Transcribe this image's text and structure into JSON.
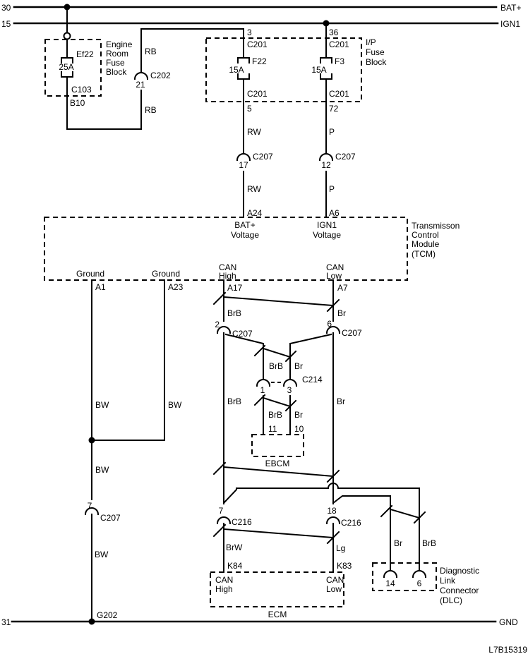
{
  "colors": {
    "line": "#000000",
    "background": "#ffffff"
  },
  "footer": {
    "code": "L7B15319"
  },
  "buses": {
    "bat": {
      "num": "30",
      "name": "BAT+"
    },
    "ign": {
      "num": "15",
      "name": "IGN1"
    },
    "gnd": {
      "num": "31",
      "name": "GND"
    }
  },
  "engine_block": {
    "title": [
      "Engine",
      "Room",
      "Fuse",
      "Block"
    ],
    "fuse_name": "Ef22",
    "fuse_rating": "25A",
    "conn": "C103",
    "pin": "B10"
  },
  "c202": {
    "pin": "21",
    "name": "C202",
    "wire_above": "RB",
    "wire_below": "RB"
  },
  "ip_block": {
    "title": [
      "I/P",
      "Fuse",
      "Block"
    ],
    "left": {
      "pin_top": "3",
      "conn_top": "C201",
      "fuse_name": "F22",
      "fuse_rating": "15A",
      "conn_bot": "C201",
      "pin_bot": "5",
      "wire": "RW"
    },
    "right": {
      "pin_top": "36",
      "conn_top": "C201",
      "fuse_name": "F3",
      "fuse_rating": "15A",
      "conn_bot": "C201",
      "pin_bot": "72",
      "wire": "P"
    }
  },
  "c207_bat": {
    "pin": "17",
    "name": "C207",
    "wire": "RW",
    "tcm_pin": "A24"
  },
  "c207_ign": {
    "pin": "12",
    "name": "C207",
    "wire": "P",
    "tcm_pin": "A6"
  },
  "tcm": {
    "title": [
      "Transmisson",
      "Control",
      "Module",
      "(TCM)"
    ],
    "bat_label": [
      "BAT+",
      "Voltage"
    ],
    "ign_label": [
      "IGN1",
      "Voltage"
    ],
    "gnd1": {
      "label": "Ground",
      "pin": "A1"
    },
    "gnd2": {
      "label": "Ground",
      "pin": "A23"
    },
    "canh": {
      "label": [
        "CAN",
        "High"
      ],
      "pin": "A17"
    },
    "canl": {
      "label": [
        "CAN",
        "Low"
      ],
      "pin": "A7"
    }
  },
  "gnd_path": {
    "bw1": "BW",
    "bw2": "BW",
    "bw3": "BW",
    "bw4": "BW",
    "c207": {
      "pin": "7",
      "name": "C207"
    },
    "ground_ref": "G202"
  },
  "can": {
    "high1": "BrB",
    "low1": "Br",
    "c207_high": {
      "pin": "2",
      "name": "C207"
    },
    "c207_low": {
      "pin": "6",
      "name": "C207"
    },
    "branch_high": "BrB",
    "branch_low": "Br",
    "c214": {
      "name": "C214",
      "pin_left": "1",
      "pin_right": "3"
    },
    "ebcm_high": "BrB",
    "ebcm_low": "Br",
    "ebcm": {
      "name": "EBCM",
      "pin_high": "11",
      "pin_low": "10"
    },
    "high2": "BrB",
    "low2": "Br",
    "c216_high": {
      "pin": "7",
      "name": "C216"
    },
    "c216_low": {
      "pin": "18",
      "name": "C216"
    },
    "ecm_high": "BrW",
    "ecm_low": "Lg",
    "dlc_low": "Br",
    "dlc_high": "BrB"
  },
  "ecm": {
    "name": "ECM",
    "pin_high": "K84",
    "pin_low": "K83",
    "high_label": [
      "CAN",
      "High"
    ],
    "low_label": [
      "CAN",
      "Low"
    ]
  },
  "dlc": {
    "title": [
      "Diagnostic",
      "Link",
      "Connector",
      "(DLC)"
    ],
    "pin_low": "14",
    "pin_high": "6"
  }
}
